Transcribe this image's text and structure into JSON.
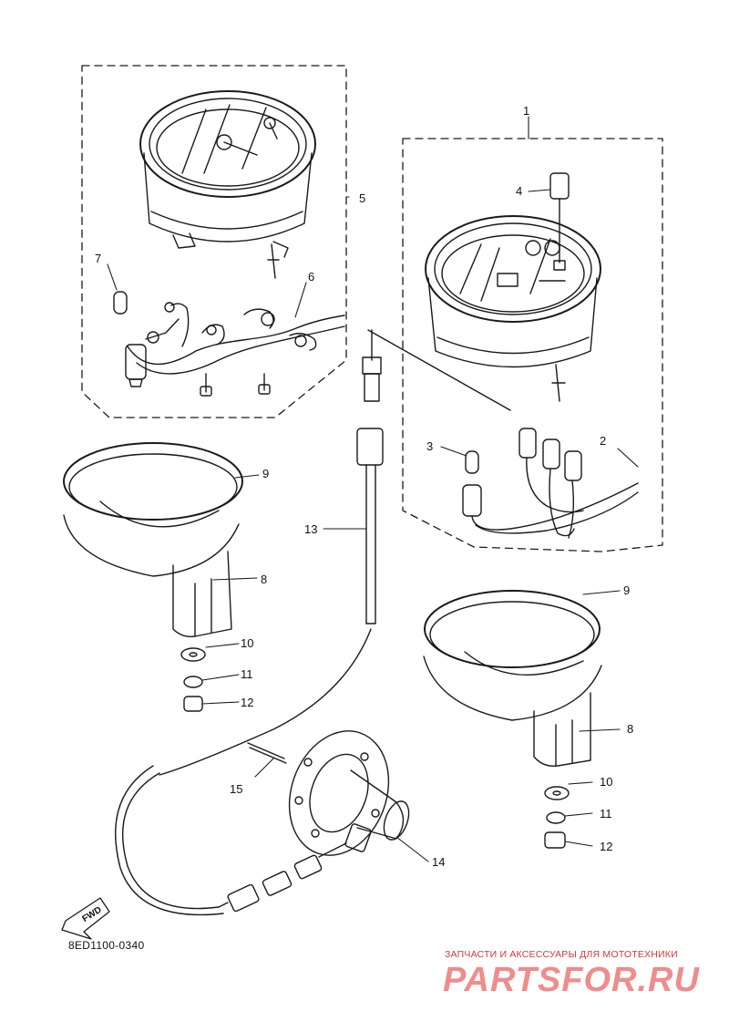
{
  "diagram_code": "8ED1100-0340",
  "fwd_label": "FWD",
  "watermark": {
    "tagline": "ЗАПЧАСТИ И АКСЕССУАРЫ ДЛЯ МОТОТЕХНИКИ",
    "logo": "PARTSFOR.RU"
  },
  "callouts": {
    "c1": "1",
    "c2": "2",
    "c3": "3",
    "c4": "4",
    "c5": "5",
    "c6": "6",
    "c7": "7",
    "c8a": "8",
    "c8b": "8",
    "c9a": "9",
    "c9b": "9",
    "c10a": "10",
    "c10b": "10",
    "c11a": "11",
    "c11b": "11",
    "c12a": "12",
    "c12b": "12",
    "c13": "13",
    "c14": "14",
    "c15": "15"
  },
  "colors": {
    "ink": "#1a1a1a",
    "watermark": "#e57373"
  }
}
